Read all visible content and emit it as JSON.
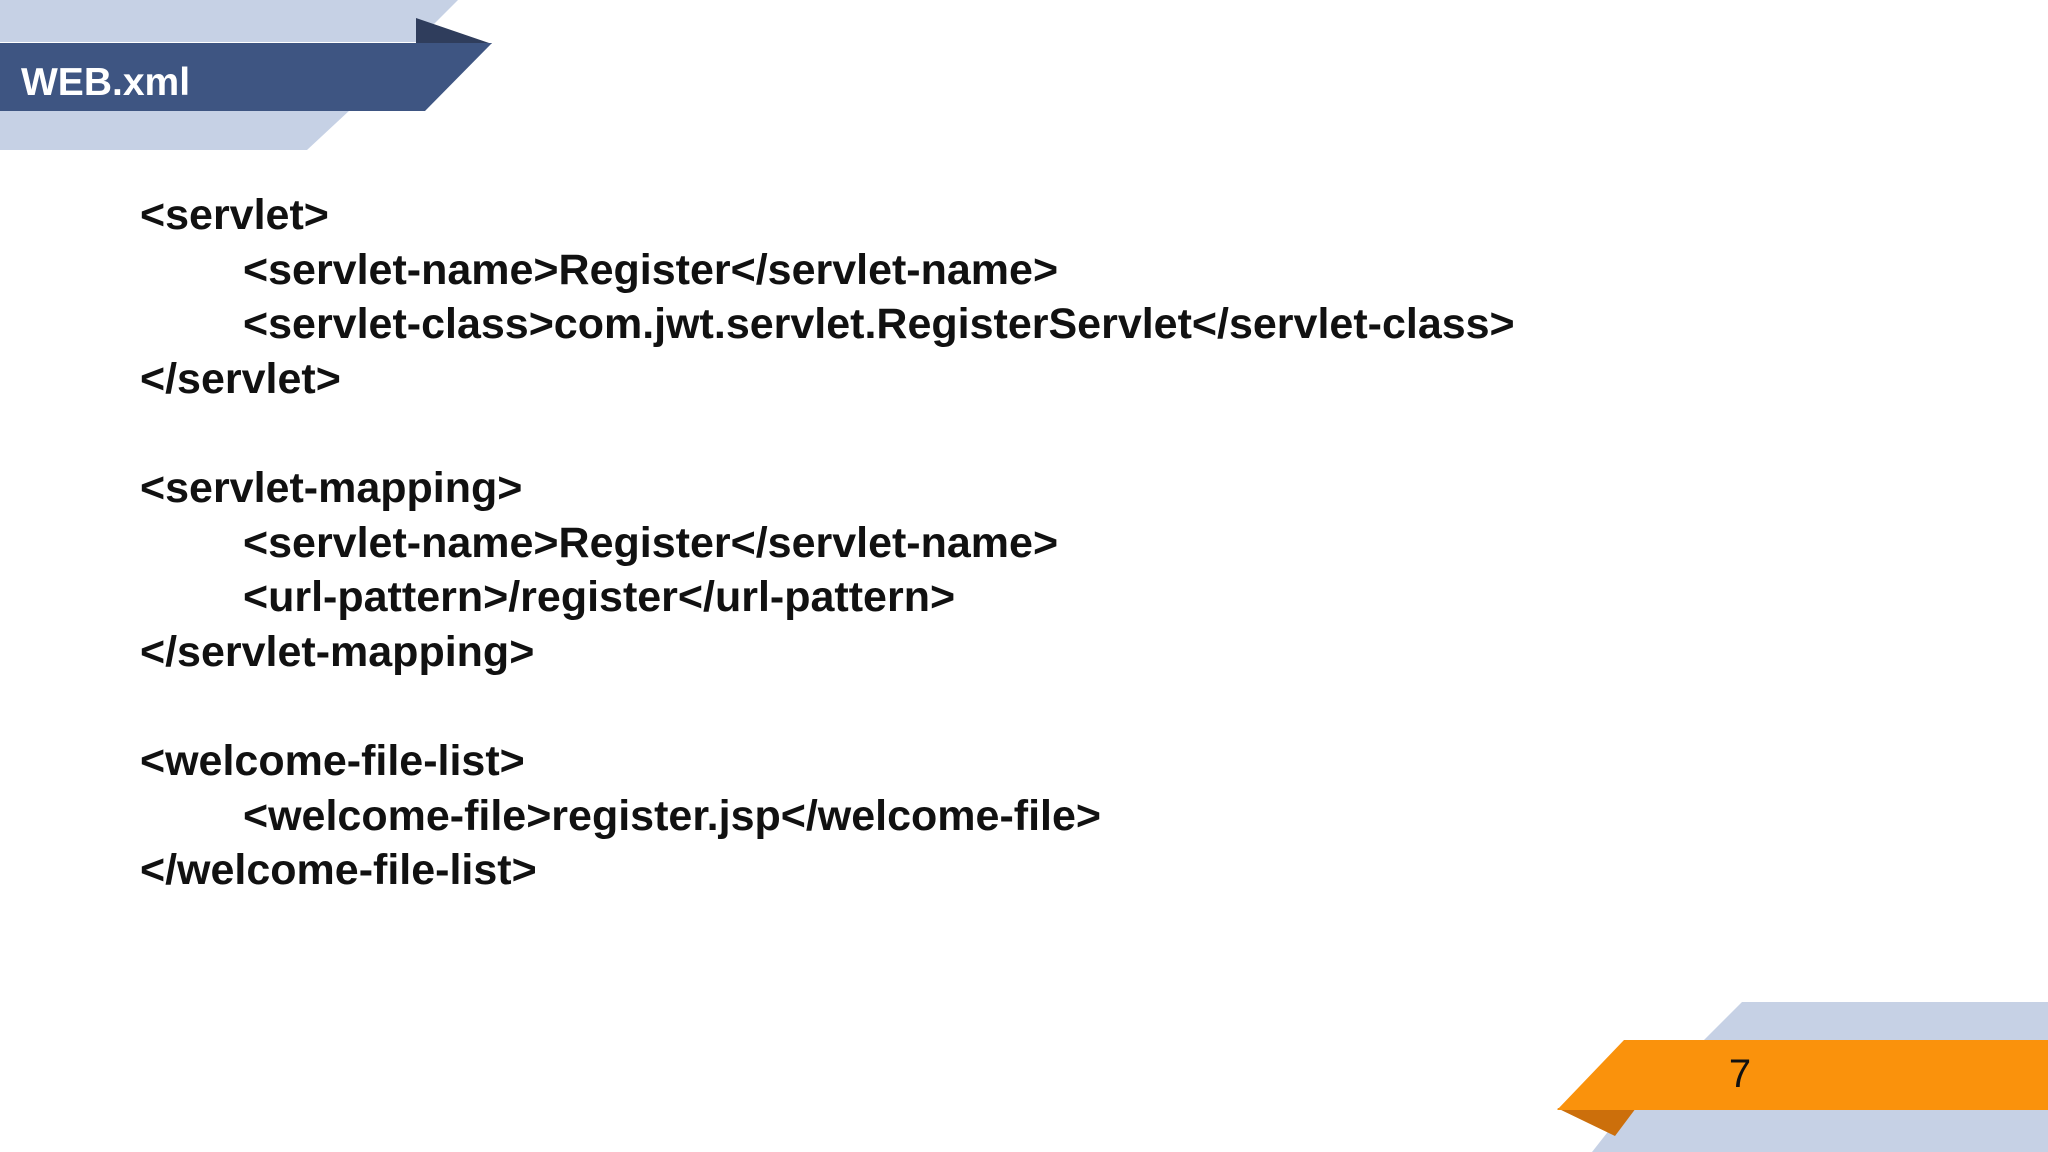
{
  "slide": {
    "title": "WEB.xml",
    "page_number": "7",
    "code_lines": [
      {
        "text": "<servlet>",
        "indent": 0
      },
      {
        "text": "<servlet-name>Register</servlet-name>",
        "indent": 1
      },
      {
        "text": "<servlet-class>com.jwt.servlet.RegisterServlet</servlet-class>",
        "indent": 1
      },
      {
        "text": "</servlet>",
        "indent": 0
      },
      {
        "text": "",
        "indent": 0
      },
      {
        "text": "<servlet-mapping>",
        "indent": 0
      },
      {
        "text": "<servlet-name>Register</servlet-name>",
        "indent": 1
      },
      {
        "text": "<url-pattern>/register</url-pattern>",
        "indent": 1
      },
      {
        "text": "</servlet-mapping>",
        "indent": 0
      },
      {
        "text": "",
        "indent": 0
      },
      {
        "text": "<welcome-file-list>",
        "indent": 0
      },
      {
        "text": "<welcome-file>register.jsp</welcome-file>",
        "indent": 1
      },
      {
        "text": "</welcome-file-list>",
        "indent": 0
      }
    ]
  },
  "colors": {
    "title_band": "#3e5582",
    "title_band_dark": "#2f3d5c",
    "light_band": "#c6d1e5",
    "page_band": "#fa920c",
    "page_band_dark": "#cc6f0b",
    "text": "#111111"
  }
}
